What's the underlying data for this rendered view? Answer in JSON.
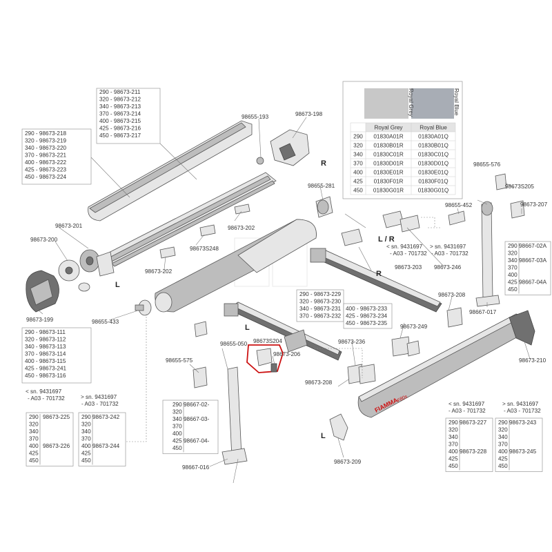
{
  "labels": {
    "p_193": "98655-193",
    "p_198": "98673-198",
    "p_281": "98655-281",
    "p_576": "98655-576",
    "p_35205": "98673S205",
    "p_452": "98655-452",
    "p_207": "98673-207",
    "p_201": "98673-201",
    "p_202a": "98673-202",
    "p_35248": "98673S248",
    "p_202b": "98673-202",
    "p_200": "98673-200",
    "p_199": "98673-199",
    "p_433": "98655-433",
    "p_203": "98673-203",
    "p_246": "98673-246",
    "p_208a": "98673-208",
    "p_017": "98667-017",
    "p_210": "98673-210",
    "p_249": "98673-249",
    "p_236": "98673-236",
    "p_35204": "98673S204",
    "p_206": "98673-206",
    "p_050": "98655-050",
    "p_575": "98655-575",
    "p_208b": "98673-208",
    "p_209": "98673-209",
    "p_016": "98667-016",
    "sn_lt_1": "< sn. 9431697",
    "sn_a03_1": "- A03 - 701732",
    "sn_gt_1": "> sn. 9431697",
    "sn_a03_2": "- A03 - 701732",
    "sn_lt_2": "< sn. 9431697",
    "sn_a03_3": "- A03 - 701732",
    "sn_gt_2": "> sn. 9431697",
    "sn_a03_4": "- A03 - 701732",
    "sn_lt_3": "< sn. 9431697",
    "sn_a03_5": "- A03 - 701732",
    "sn_gt_3": "> sn. 9431697",
    "sn_a03_6": "- A03 - 701732",
    "side_L1": "L",
    "side_R1": "R",
    "side_LR": "L / R",
    "side_R2": "R",
    "side_L2": "L",
    "side_L3": "L",
    "brand": "FIAMMA",
    "brand_model": "F80s"
  },
  "lists": {
    "cover": [
      "290 - 98673-211",
      "320 - 98673-212",
      "340 - 98673-213",
      "370 - 98673-214",
      "400 - 98673-215",
      "425 - 98673-216",
      "450 - 98673-217"
    ],
    "profile": [
      "290 - 98673-218",
      "320 - 98673-219",
      "340 - 98673-220",
      "370 - 98673-221",
      "400 - 98673-222",
      "425 - 98673-223",
      "450 - 98673-224"
    ],
    "roller": [
      "290 - 98673-111",
      "320 - 98673-112",
      "340 - 98673-113",
      "370 - 98673-114",
      "400 - 98673-115",
      "425 - 98673-241",
      "450 - 98673-116"
    ],
    "arm_a": [
      "290 - 98673-229",
      "320 - 98673-230",
      "340 - 98673-231",
      "370 - 98673-232"
    ],
    "arm_b": [
      "400 - 98673-233",
      "425 - 98673-234",
      "450 - 98673-235"
    ]
  },
  "fabric": {
    "swatch_grey": "Royal Grey",
    "swatch_blue": "Royal Blue",
    "headers": [
      "",
      "Royal Grey",
      "Royal Blue"
    ],
    "rows": [
      [
        "290",
        "01830A01R",
        "01830A01Q"
      ],
      [
        "320",
        "01830B01R",
        "01830B01Q"
      ],
      [
        "340",
        "01830C01R",
        "01830C01Q"
      ],
      [
        "370",
        "01830D01R",
        "01830D01Q"
      ],
      [
        "400",
        "01830E01R",
        "01830E01Q"
      ],
      [
        "425",
        "01830F01R",
        "01830F01Q"
      ],
      [
        "450",
        "01830G01R",
        "01830G01Q"
      ]
    ]
  },
  "brace_tables": {
    "t1": {
      "sizes": [
        "290",
        "320",
        "340",
        "370",
        "400",
        "425",
        "450"
      ],
      "top": "",
      "code": "98673-225",
      "code2": "98673-226",
      "split": 1
    },
    "t2": {
      "sizes": [
        "290",
        "320",
        "340",
        "370",
        "400",
        "425",
        "450"
      ],
      "top": "",
      "code": "98673-242",
      "code2": "98673-244",
      "split": 1
    },
    "t3": {
      "sizes": [
        "290",
        "320",
        "340",
        "370",
        "400",
        "425",
        "450"
      ],
      "code": "98673-227",
      "code2": "98673-228",
      "split": 1
    },
    "t4": {
      "sizes": [
        "290",
        "320",
        "340",
        "370",
        "400",
        "425",
        "450"
      ],
      "code": "98673-243",
      "code2": "98673-245",
      "split": 1
    },
    "t5": {
      "sizes": [
        "290",
        "320",
        "340",
        "370",
        "400",
        "425",
        "450"
      ],
      "code": "98667-02-",
      "code2": "98667-03-",
      "code3": "98667-04-"
    },
    "t6": {
      "sizes": [
        "290",
        "320",
        "340",
        "370",
        "400",
        "425",
        "450"
      ],
      "code": "98667-02A",
      "code2": "98667-03A",
      "code3": "98667-04A"
    }
  }
}
